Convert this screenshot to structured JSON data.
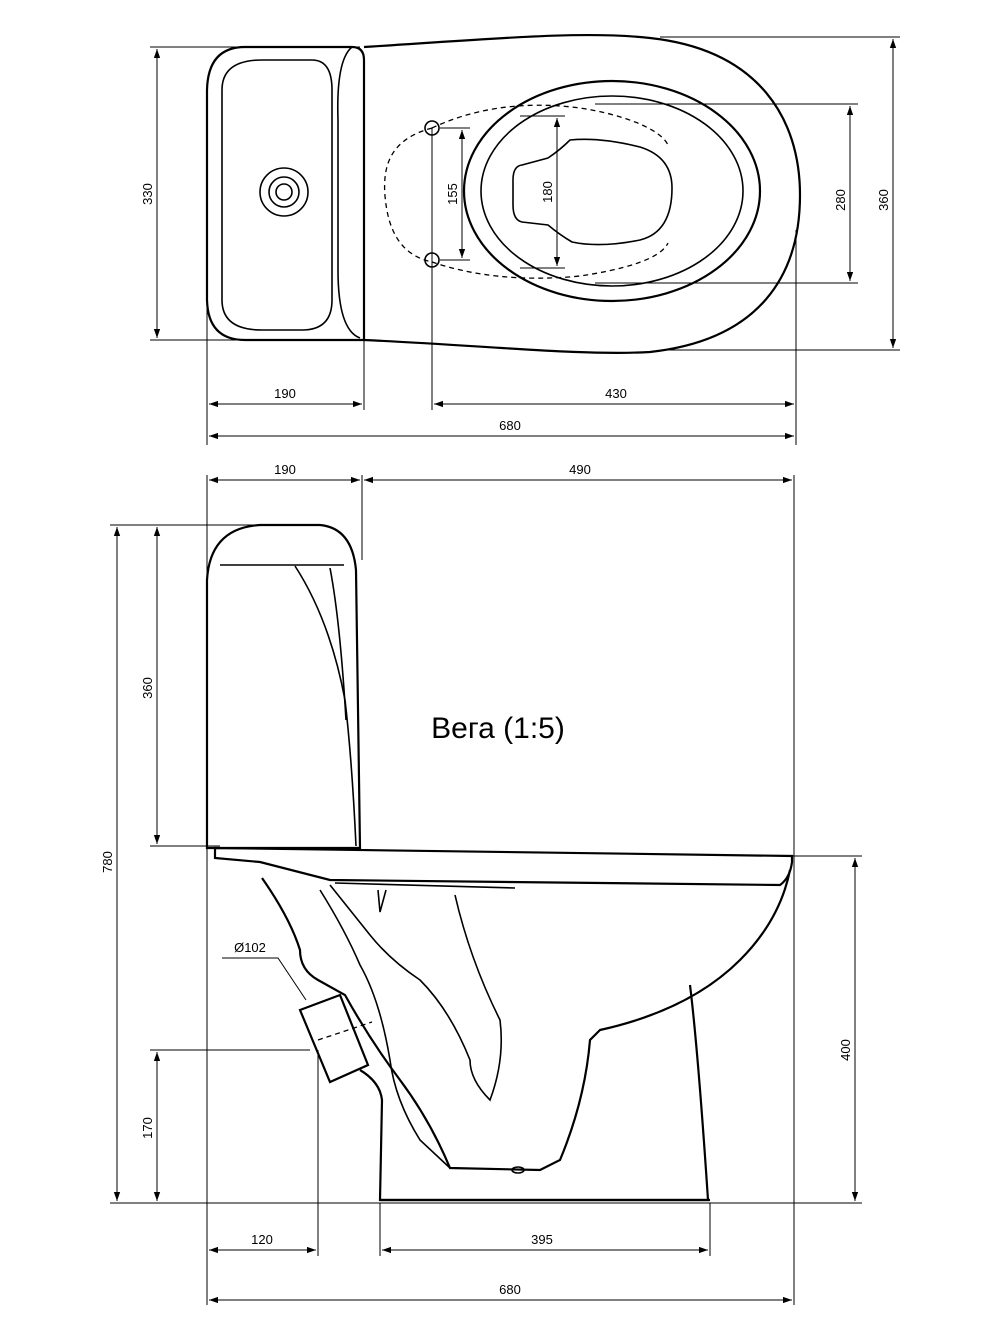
{
  "title": "Вега (1:5)",
  "dimensions": {
    "top_view": {
      "tank_depth": "330",
      "seat_holes_spacing": "155",
      "bowl_opening": "180",
      "bowl_inner_width": "280",
      "total_width": "360",
      "tank_width": "190",
      "bowl_length": "430",
      "total_length": "680"
    },
    "side_view": {
      "tank_width": "190",
      "bowl_depth": "490",
      "total_height": "780",
      "tank_height": "360",
      "outlet_diameter": "Ø102",
      "outlet_height": "170",
      "bowl_height": "400",
      "outlet_offset": "120",
      "base_length": "395",
      "total_length": "680"
    }
  }
}
